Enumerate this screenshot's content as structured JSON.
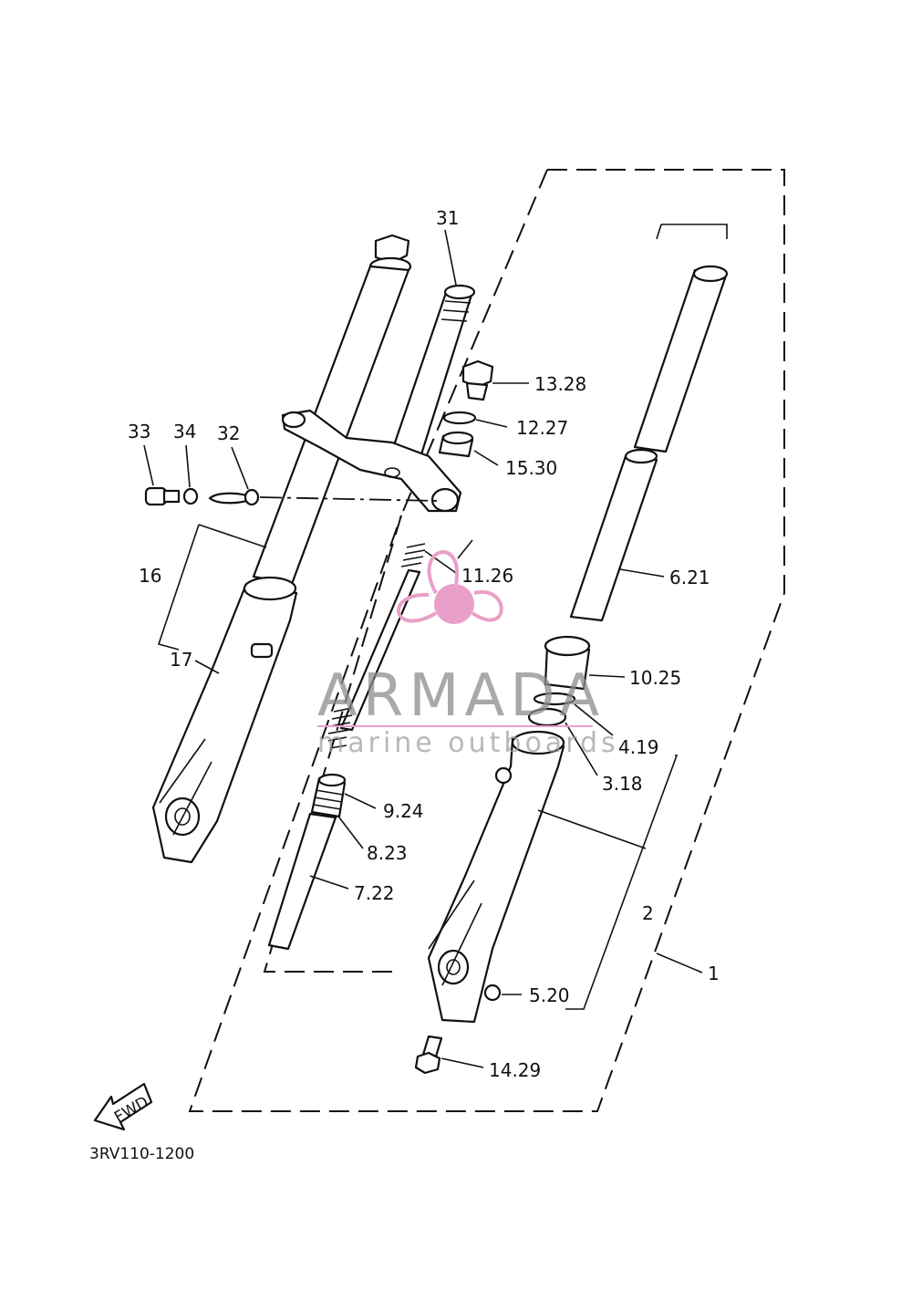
{
  "diagram": {
    "part_code": "3RV110-1200",
    "fwd_label": "FWD",
    "callouts": {
      "c1": "1",
      "c2": "2",
      "c3": "3.18",
      "c4": "4.19",
      "c5": "5.20",
      "c6": "6.21",
      "c7": "7.22",
      "c8": "8.23",
      "c9": "9.24",
      "c10": "10.25",
      "c11": "11.26",
      "c12": "12.27",
      "c13": "13.28",
      "c14": "14.29",
      "c15": "15.30",
      "c16": "16",
      "c17": "17",
      "c31": "31",
      "c32": "32",
      "c33": "33",
      "c34": "34"
    }
  },
  "watermark": {
    "brand": "ARMADA",
    "tagline": "marine outboards",
    "color": "#e8a0c8"
  }
}
